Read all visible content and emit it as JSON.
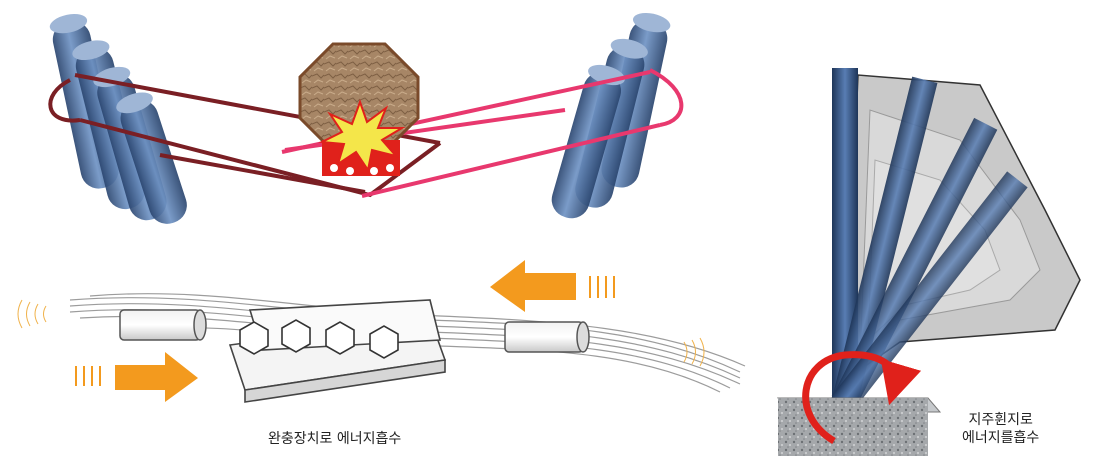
{
  "captions": {
    "buffer_device": "완충장치로 에너지흡수",
    "post_bending_line1": "지주휜지로",
    "post_bending_line2": "에너지를흡수"
  },
  "colors": {
    "post_blue": "#3f5f8f",
    "left_cable": "#7a1f24",
    "right_cable": "#e8386e",
    "impact_red": "#e0211b",
    "impact_yellow": "#f4e64a",
    "arrow_orange": "#f39a1e",
    "ground_gray": "#9aa0a6"
  },
  "icons": {
    "rock": "rock-boulder-icon",
    "impact": "impact-burst-icon",
    "clamp": "wire-rope-clamp-icon",
    "rotation": "rotation-arrow-icon"
  }
}
